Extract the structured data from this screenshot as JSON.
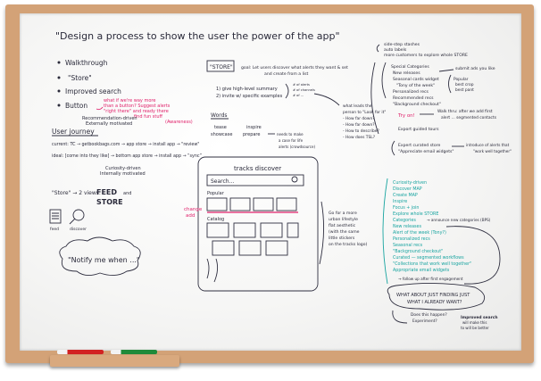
{
  "board": {
    "title": "\"Design a process to show the user  the power of the app\"",
    "left_list": [
      "Walkthrough",
      "\"Store\"",
      "Improved search",
      "Button"
    ],
    "button_note": [
      "what if we're way more",
      "than a button?  Suggest alerts",
      "\"right there\" and ready there",
      "find fun stuff",
      "(Awareness)"
    ],
    "reco_note": [
      "Recommendation-driven",
      "Externally motivated"
    ],
    "journey_title": "User journey",
    "journey_current": "current:  TC → getbookbags.com → app store → install app → \"review\"",
    "journey_ideal": "ideal:  [come into they like] → bottom  app store → install app → “sync”",
    "curiosity_note": [
      "Curiosity-driven",
      "Internally motivated"
    ],
    "store_views_label": "\"Store\" → 2 views:",
    "feed_label": "FEED",
    "and_label": "and",
    "store_label": "STORE",
    "icon_feed": "feed",
    "icon_discover": "discover",
    "notify": "\"Notify me when ...\"",
    "store_goal_box": "\"STORE\"",
    "store_goal": [
      "goal: Let users discover what alerts they want & set",
      "and create from a list"
    ],
    "steps": [
      "1) give high-level summary",
      "2) invite w/ specific examples"
    ],
    "steps_side": [
      "# of alerts",
      "# of channels",
      "# of ..."
    ],
    "words_label": "Words",
    "words_left": [
      "tease",
      "showcase"
    ],
    "words_mid": [
      "inspire",
      "prepare"
    ],
    "words_right": [
      "needs to make",
      "a case for life",
      "alerts (crowdsource)"
    ],
    "phone_title": "tracks discover",
    "phone_search": "Search...",
    "phone_section1": "Popular",
    "phone_section2": "Catalog",
    "phone_note": [
      "Go for a more",
      "urban lifestyle",
      "flat aesthetic",
      "(with the same",
      "little stickers",
      "on the tracks logo)"
    ],
    "red_note": [
      "change",
      "add"
    ],
    "center_right_note": [
      "what leads the",
      "person to \"Look for it\"",
      "- How far down?",
      "- How far down?",
      "- How to describe?",
      "- How does TSL?"
    ],
    "right_top": [
      "side-step stashes",
      "auto labels",
      "more customers to explore whole STORE"
    ],
    "right_list": [
      "Special Categories",
      "New releases",
      "Seasonal cards widget",
      "\"Tony of the week\"",
      "Personalized recs",
      "Recommended recs",
      "\"Background checkout\""
    ],
    "right_list_side": [
      "submit ads you like",
      "Popular",
      "best crop",
      "best pant"
    ],
    "try_on": "Try on!",
    "walkthru": [
      "Walk thru: after we add first",
      "alert ... segmented contacts"
    ],
    "expert": "Export guided tours",
    "curated": [
      "Expert curated store",
      "\"Appreciate email widgets\""
    ],
    "curated_side": [
      "introduce of alerts that",
      "\"work well together\""
    ],
    "teal_list": [
      "Curiosity-driven",
      "Discover MAP",
      "Create MAP",
      "Inspire",
      "Focus + join",
      "Explore whole STORE",
      "Categories",
      "New releases",
      "Alert of the week (Tony?)",
      "Personalized recs",
      "Seasonal recs",
      "\"Background checkout\"",
      "Curated — segmented workflows",
      "\"Collections that work well together\"",
      "Appropriate email widgets",
      "→ follow up after first engagement"
    ],
    "teal_side": [
      "→ announce new categories (BPS)"
    ],
    "what_about": [
      "WHAT ABOUT JUST FINDING JUST",
      "WHAT I ALREADY WANT?"
    ],
    "does_happen": [
      "Does this happen?",
      "Experiment?"
    ],
    "improved_search": [
      "Improved search",
      "will make this",
      "to will be better"
    ]
  }
}
